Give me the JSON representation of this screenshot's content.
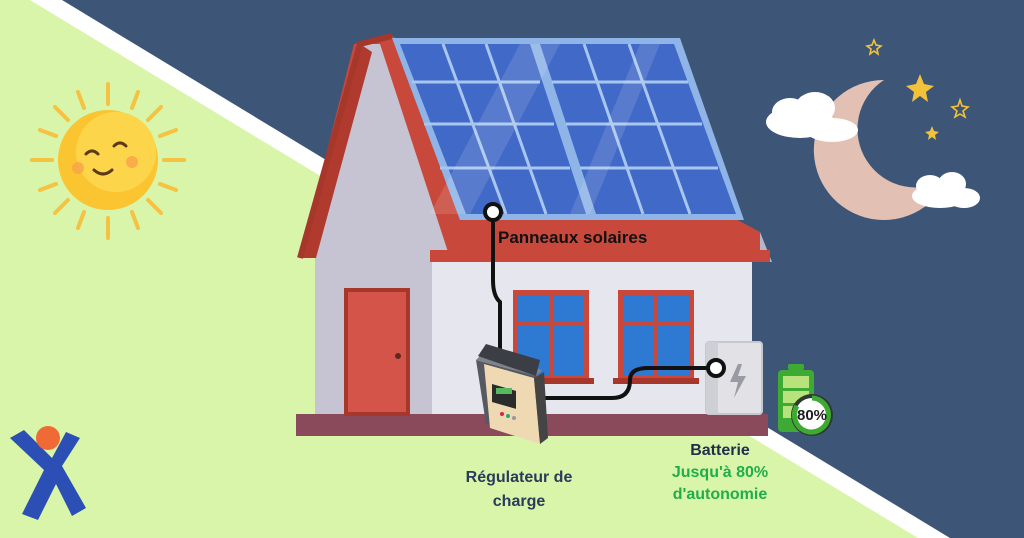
{
  "labels": {
    "solar_panels": "Panneaux solaires",
    "charge_regulator": "Régulateur de charge",
    "battery_title": "Batterie",
    "battery_autonomy_line1": "Jusqu'à 80%",
    "battery_autonomy_line2": "d'autonomie"
  },
  "battery_badge": "80%",
  "battery_level": 0.8,
  "colors": {
    "day_background": "#d9f5a9",
    "night_background": "#3d5677",
    "roof": "#c8493b",
    "panel": "#4169c8",
    "wall": "#e6e6ee",
    "door": "#d4544a",
    "battery_green": "#3faa33",
    "autonomy_text": "#1fae4a"
  },
  "icons": [
    "sun-icon",
    "moon-icon",
    "star-icon",
    "cloud-icon",
    "battery-icon",
    "lightning-icon",
    "logo-icon"
  ]
}
